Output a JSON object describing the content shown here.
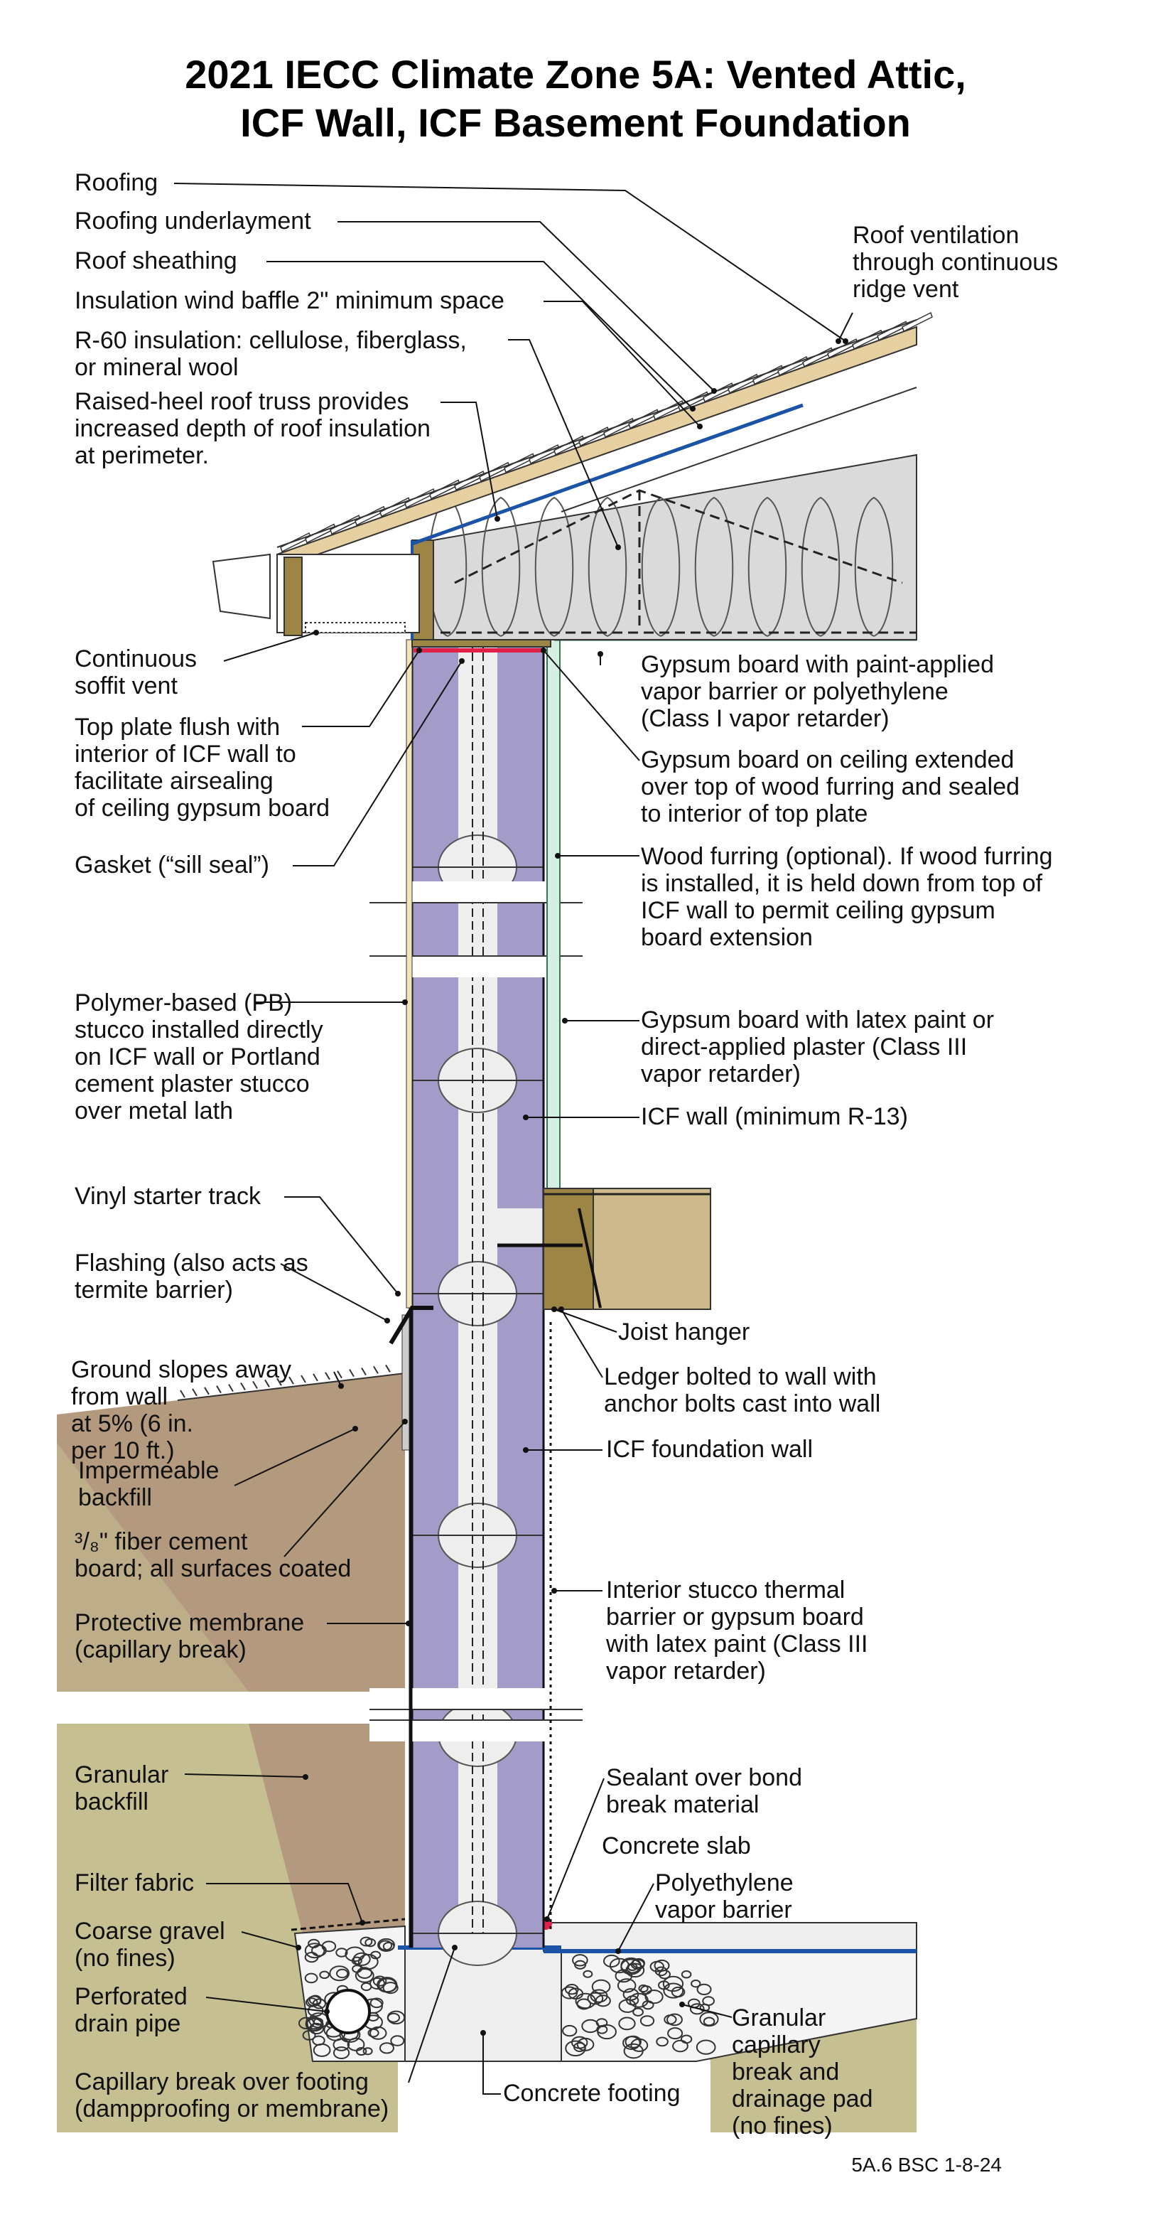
{
  "title": {
    "line1": "2021 IECC Climate Zone 5A: Vented Attic,",
    "line2": "ICF Wall, ICF Basement Foundation"
  },
  "reference": "5A.6 BSC 1-8-24",
  "labels": {
    "roofing": [
      "Roofing"
    ],
    "roofing_underlayment": [
      "Roofing underlayment"
    ],
    "roof_sheathing": [
      "Roof sheathing"
    ],
    "wind_baffle": [
      "Insulation wind baffle 2\" minimum space"
    ],
    "r60": [
      "R-60 insulation: cellulose, fiberglass,",
      "or mineral wool"
    ],
    "raised_heel": [
      "Raised-heel roof truss provides",
      "increased depth of roof insulation",
      "at perimeter."
    ],
    "ridge_vent": [
      "Roof ventilation",
      "through continuous",
      "ridge vent"
    ],
    "soffit_vent": [
      "Continuous",
      "soffit vent"
    ],
    "top_plate": [
      "Top plate flush with",
      "interior of ICF wall to",
      "facilitate airsealing",
      "of ceiling gypsum board"
    ],
    "gasket": [
      "Gasket (“sill seal”)"
    ],
    "gypsum_vapor": [
      "Gypsum board with paint-applied",
      "vapor barrier or polyethylene",
      "(Class I vapor retarder)"
    ],
    "gypsum_ceiling": [
      "Gypsum board on ceiling extended",
      "over top of wood furring and sealed",
      "to interior of top plate"
    ],
    "wood_furring": [
      "Wood furring (optional). If wood furring",
      "is installed, it is held down from top of",
      "ICF wall to permit ceiling gypsum",
      "board extension"
    ],
    "pb_stucco": [
      "Polymer-based (PB)",
      "stucco installed directly",
      "on ICF wall or Portland",
      "cement plaster stucco",
      "over metal lath"
    ],
    "gypsum_latex": [
      "Gypsum board with latex paint or",
      "direct-applied plaster (Class III",
      "vapor retarder)"
    ],
    "icf_wall": [
      "ICF wall (minimum R-13)"
    ],
    "vinyl_track": [
      "Vinyl starter track"
    ],
    "flashing": [
      "Flashing (also acts as",
      "termite barrier)"
    ],
    "joist_hanger": [
      "Joist hanger"
    ],
    "ground_slopes": [
      "Ground slopes away",
      "from wall",
      "at 5% (6 in.",
      "per 10 ft.)"
    ],
    "ledger": [
      "Ledger bolted to wall with",
      "anchor bolts cast into wall"
    ],
    "impermeable_backfill": [
      "Impermeable",
      "backfill"
    ],
    "icf_foundation": [
      "ICF foundation wall"
    ],
    "fiber_cement": [
      "³/₈\" fiber cement",
      "board; all surfaces coated"
    ],
    "protective_membrane": [
      "Protective membrane",
      "(capillary break)"
    ],
    "interior_stucco": [
      "Interior stucco thermal",
      "barrier or gypsum board",
      "with latex paint (Class III",
      "vapor retarder)"
    ],
    "granular_backfill": [
      "Granular",
      "backfill"
    ],
    "sealant": [
      "Sealant over bond",
      "break material"
    ],
    "concrete_slab": [
      "Concrete slab"
    ],
    "filter_fabric": [
      "Filter fabric"
    ],
    "poly_vapor": [
      "Polyethylene",
      "vapor barrier"
    ],
    "coarse_gravel": [
      "Coarse gravel",
      "(no fines)"
    ],
    "drain_pipe": [
      "Perforated",
      "drain pipe"
    ],
    "granular_capillary": [
      "Granular",
      "capillary",
      "break and",
      "drainage pad",
      "(no fines)"
    ],
    "capillary_footing": [
      "Capillary break over footing",
      "(dampproofing or membrane)"
    ],
    "concrete_footing": [
      "Concrete footing"
    ]
  },
  "colors": {
    "icf_foam": "#a39bc8",
    "concrete": "#eeeeee",
    "soil": "#b39a7e",
    "ground": "#c5bf92",
    "insulation": "#d9dad9",
    "wood": "#9c8545",
    "sheathing": "#e6cfa0",
    "vapor_blue": "#1b54a6",
    "gasket_red": "#e0224a",
    "joist": "#cdb98b"
  }
}
